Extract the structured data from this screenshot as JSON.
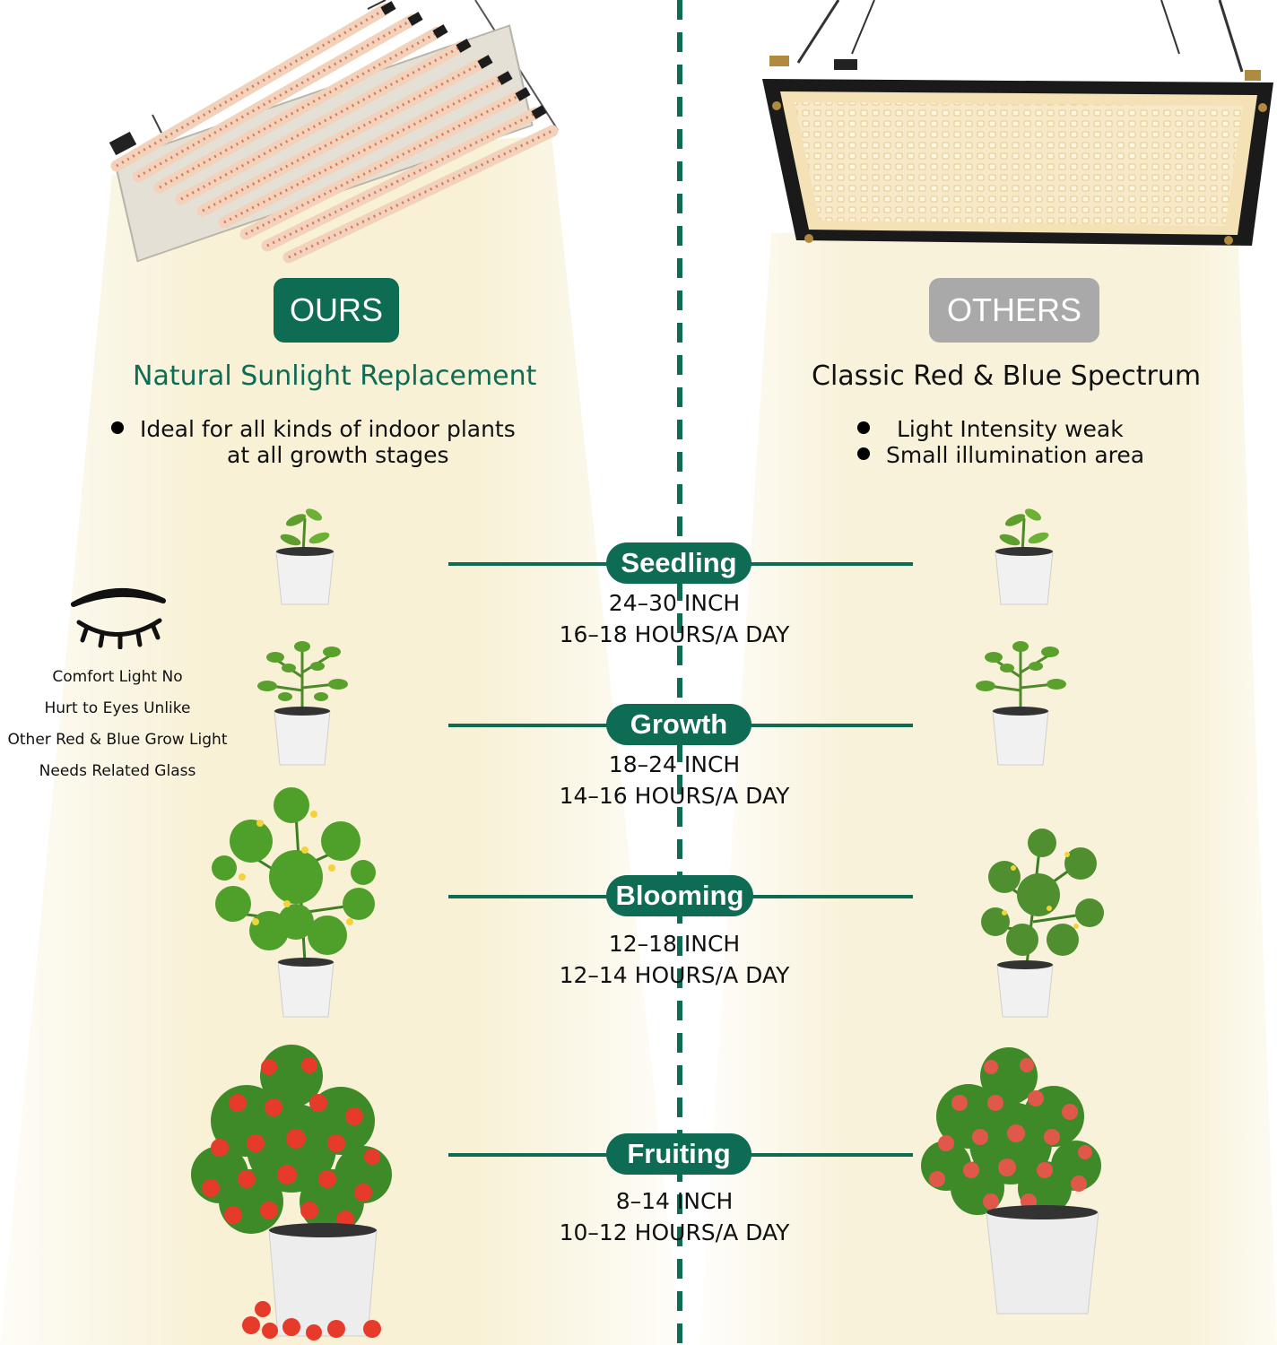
{
  "ours": {
    "badge": "OURS",
    "heading": "Natural Sunlight Replacement",
    "bullet_line1": "Ideal for all kinds of indoor plants",
    "bullet_line2": "at all growth stages"
  },
  "others": {
    "badge": "OTHERS",
    "heading": "Classic Red & Blue Spectrum",
    "bullets": [
      "Light Intensity weak",
      "Small illumination area"
    ]
  },
  "eye_note": {
    "lines": [
      "Comfort Light No",
      "Hurt to Eyes Unlike",
      "Other Red & Blue Grow Light",
      "Needs Related Glass"
    ],
    "icon": "closed-eye-icon"
  },
  "stages": [
    {
      "name": "Seedling",
      "distance": "24–30 INCH",
      "hours": "16–18 HOURS/A DAY"
    },
    {
      "name": "Growth",
      "distance": "18–24 INCH",
      "hours": "14–16 HOURS/A DAY"
    },
    {
      "name": "Blooming",
      "distance": "12–18 INCH",
      "hours": "12–14 HOURS/A DAY"
    },
    {
      "name": "Fruiting",
      "distance": "8–14 INCH",
      "hours": "10–12 HOURS/A DAY"
    }
  ],
  "colors": {
    "brand_green": "#0e6b54",
    "others_grey": "#a9a9a9",
    "light_beam": "#f8f1d6",
    "tomato_red": "#e63a2a"
  }
}
